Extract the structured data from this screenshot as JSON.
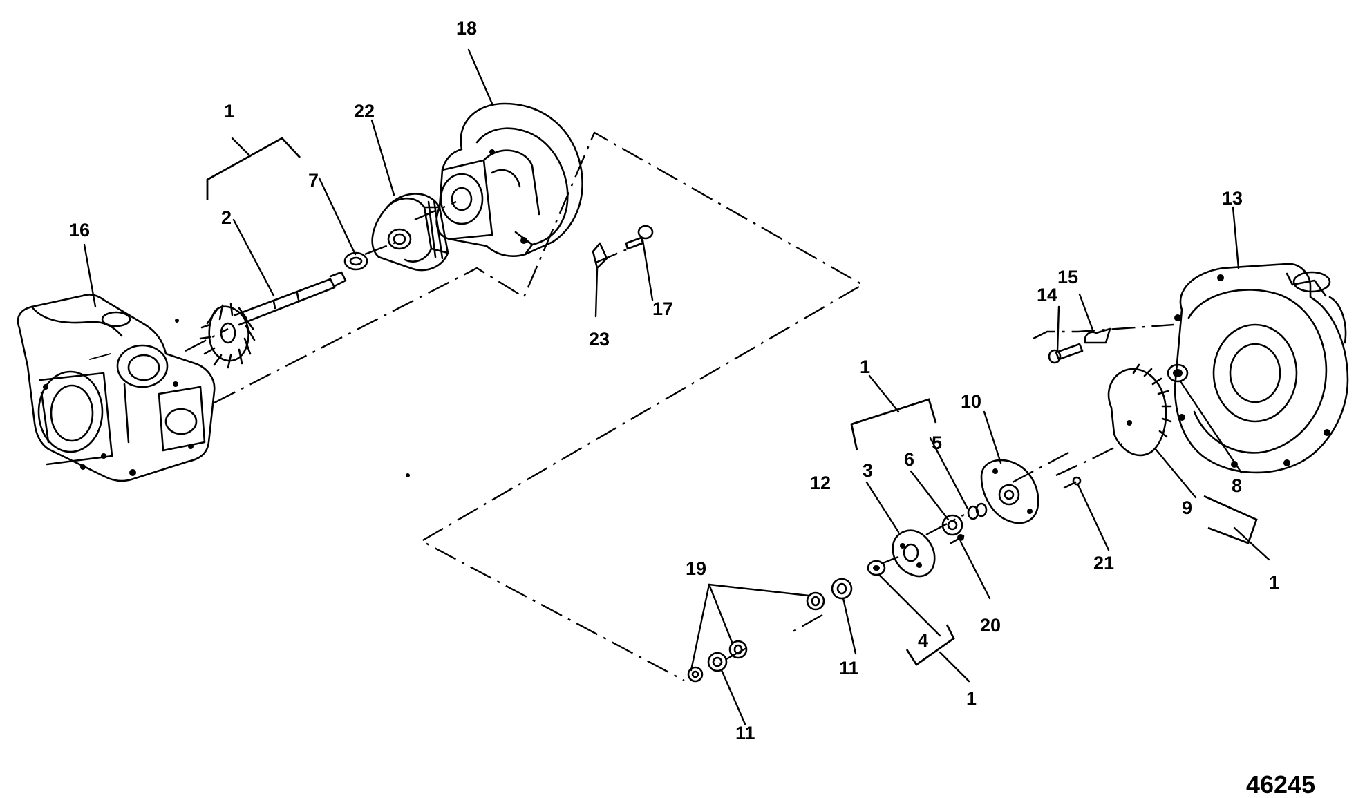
{
  "callouts": {
    "c1a": "1",
    "c1b": "1",
    "c1c": "1",
    "c1d": "1",
    "c2": "2",
    "c3": "3",
    "c4": "4",
    "c5": "5",
    "c6": "6",
    "c7": "7",
    "c8": "8",
    "c9": "9",
    "c10": "10",
    "c11a": "11",
    "c11b": "11",
    "c12": "12",
    "c13": "13",
    "c14": "14",
    "c15": "15",
    "c16": "16",
    "c17": "17",
    "c18": "18",
    "c19": "19",
    "c20": "20",
    "c21": "21",
    "c22": "22",
    "c23": "23"
  },
  "figure_number": "46245"
}
